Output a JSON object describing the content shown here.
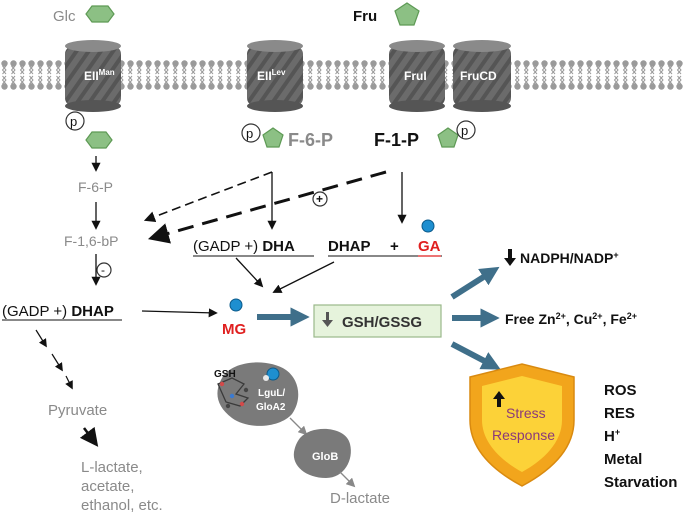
{
  "sugars": {
    "glc": "Glc",
    "fru": "Fru"
  },
  "transporters": {
    "eii_man_base": "EII",
    "eii_man_sup": "Man",
    "eii_lev_base": "EII",
    "eii_lev_sup": "Lev",
    "frui": "FruI",
    "frucd": "FruCD"
  },
  "phospho_label": "p",
  "metabolites": {
    "f6p_phos": "F-6-P",
    "f1p_phos": "F-1-P",
    "f6p": "F-6-P",
    "f16bp": "F-1,6-bP",
    "dha_prefix": "(GADP +) ",
    "dha_bold": "DHA",
    "dhap_prefix": "(GADP +) ",
    "dhap_bold": "DHAP",
    "dhap_ga_left": "DHAP",
    "plus": "+",
    "ga": "GA",
    "mg": "MG",
    "pyruvate": "Pyruvate",
    "lactate_line1": "L-lactate,",
    "lactate_line2": "acetate,",
    "lactate_line3": "ethanol, etc.",
    "d_lactate": "D-lactate"
  },
  "regulation": {
    "plus_sign": "+",
    "minus_sign": "-"
  },
  "enzymes": {
    "gsh": "GSH",
    "lgul_line1": "LguL/",
    "lgul_line2": "GloA2",
    "glob": "GloB"
  },
  "effects": {
    "gsh_gssg": "GSH/GSSG",
    "nadph": "NADPH/NADP",
    "nadph_sup": "+",
    "free_metals_text": "Free Zn",
    "zn_sup": "2+",
    "cu": ", Cu",
    "cu_sup": "2+",
    "fe": ", Fe",
    "fe_sup": "2+"
  },
  "shield": {
    "line1": "Stress",
    "line2": "Response"
  },
  "stress_list": {
    "ros": "ROS",
    "res": "RES",
    "h": "H",
    "h_sup": "+",
    "metal": "Metal",
    "starvation": "Starvation"
  },
  "colors": {
    "sugar_green": "#8cc084",
    "gray_text": "#8a8a8a",
    "red_label": "#e02020",
    "arrow_blue": "#3f6f8a",
    "dot_blue": "#1e8fd0",
    "shield_orange": "#f2a51c",
    "shield_yellow": "#fcd238",
    "stress_text": "#8a3a7a",
    "box_green": "#e6f3dc"
  }
}
